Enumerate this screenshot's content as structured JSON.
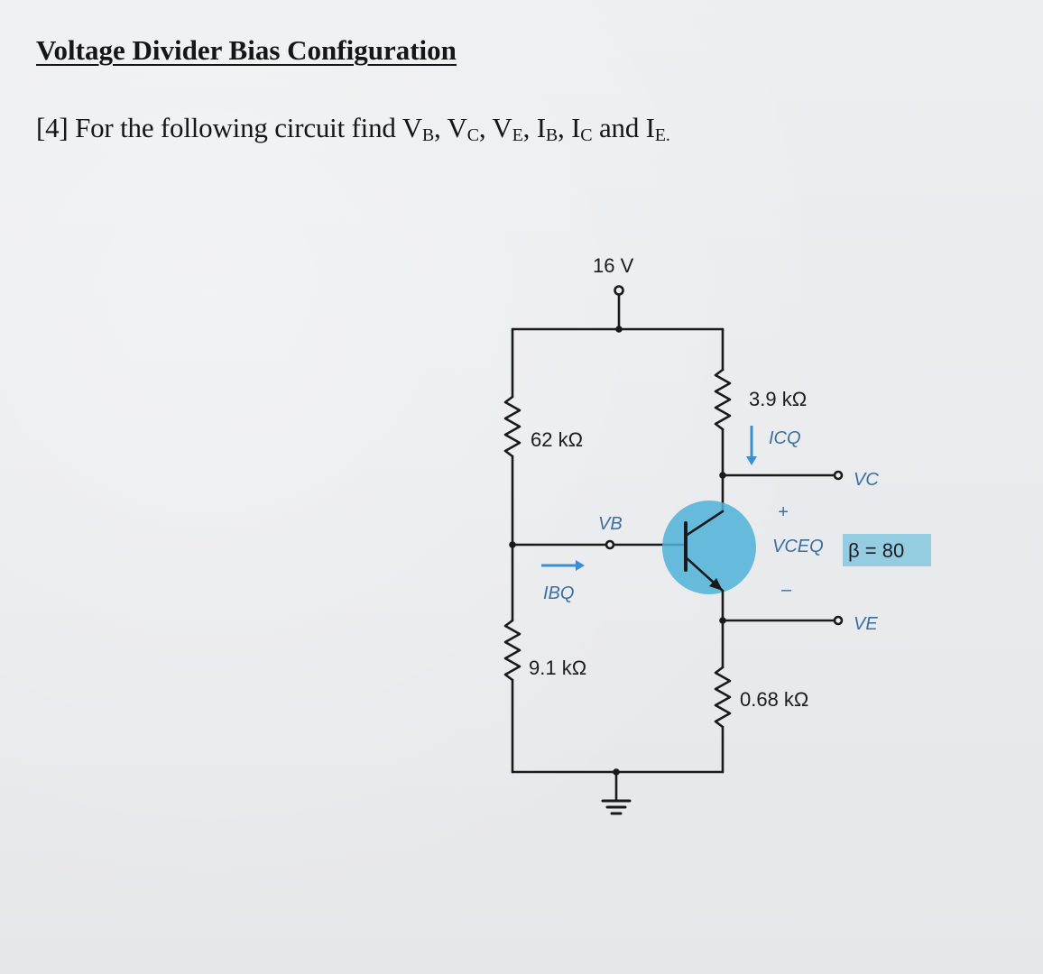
{
  "heading": "Voltage Divider Bias Configuration",
  "question": {
    "prefix": "[4] For the following circuit find V",
    "parts": [
      {
        "sub": "B",
        "after": ", V"
      },
      {
        "sub": "C",
        "after": ", V"
      },
      {
        "sub": "E",
        "after": ", I"
      },
      {
        "sub": "B",
        "after": ", I"
      },
      {
        "sub": "C",
        "after": " and I"
      },
      {
        "sub": "E.",
        "after": ""
      }
    ]
  },
  "circuit": {
    "supply": "16 V",
    "r1": "62 kΩ",
    "r2": "9.1 kΩ",
    "rc": "3.9 kΩ",
    "re": "0.68 kΩ",
    "vb": "VB",
    "ibq": "IBQ",
    "icq": "ICQ",
    "vc": "VC",
    "ve": "VE",
    "vceq": "VCEQ",
    "plus": "+",
    "minus": "–",
    "beta": "β = 80"
  },
  "colors": {
    "wire": "#1a1a1a",
    "transistor_highlight": "#4fb3d9",
    "faint_label": "#3a6fa0",
    "arrow": "#3a8fd0"
  }
}
